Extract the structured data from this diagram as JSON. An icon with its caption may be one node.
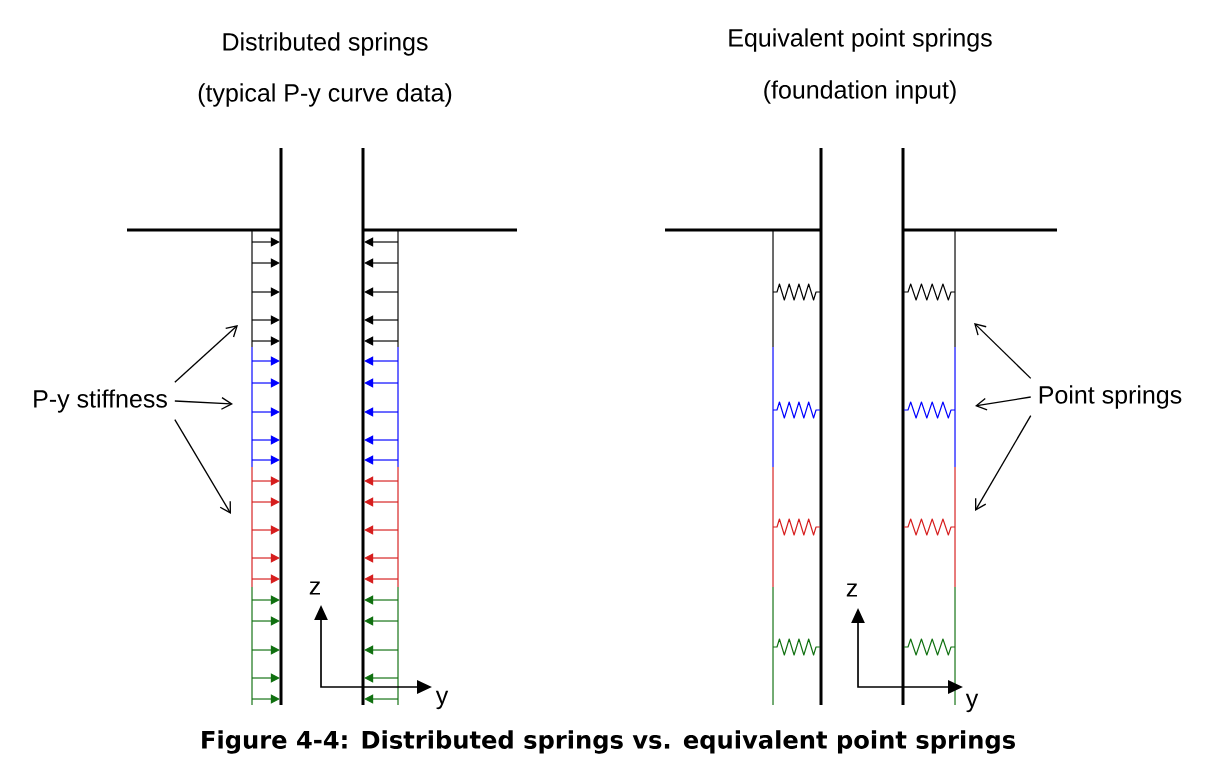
{
  "diagram": {
    "caption": "Figure 4-4: Distributed springs vs. equivalent point springs",
    "nodes": [
      {
        "text": [
          "P-y stiffness"
        ]
      },
      {
        "text": [
          "Point springs"
        ]
      }
    ],
    "edges": [
      {
        "from": 0,
        "to": null,
        "arrow": "to"
      },
      {
        "from": 0,
        "to": null,
        "arrow": "to"
      },
      {
        "from": 0,
        "to": null,
        "arrow": "to"
      },
      {
        "from": 1,
        "to": null,
        "arrow": "to"
      },
      {
        "from": 1,
        "to": null,
        "arrow": "to"
      },
      {
        "from": 1,
        "to": null,
        "arrow": "to"
      }
    ],
    "labels": [
      "Distributed springs",
      "(typical P-y curve data)",
      "Equivalent point springs",
      "(foundation input)",
      "z",
      "y",
      "z",
      "y"
    ]
  }
}
